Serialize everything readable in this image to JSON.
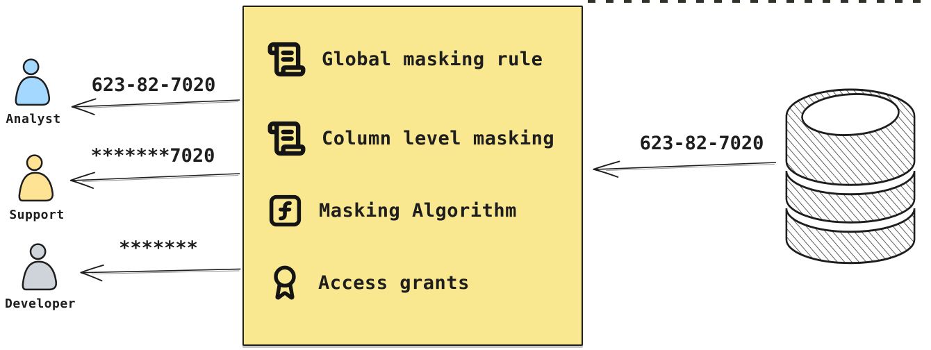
{
  "personas": [
    {
      "name": "Analyst",
      "received_value": "623-82-7020",
      "icon": "person-icon",
      "fill_color": "#a5d8ff"
    },
    {
      "name": "Support",
      "received_value": "*******7020",
      "icon": "person-icon",
      "fill_color": "#ffe394"
    },
    {
      "name": "Developer",
      "received_value": "*******",
      "icon": "person-icon",
      "fill_color": "#ced4da"
    }
  ],
  "masking_box": {
    "background_color": "#fae890",
    "border_color": "#1e1e1e",
    "items": [
      {
        "label": "Global masking rule",
        "icon": "scroll-text-icon"
      },
      {
        "label": "Column level masking",
        "icon": "scroll-text-icon"
      },
      {
        "label": "Masking Algorithm",
        "icon": "function-square-icon"
      },
      {
        "label": "Access grants",
        "icon": "award-icon"
      }
    ]
  },
  "database": {
    "icon": "database-icon",
    "outbound_value": "623-82-7020"
  },
  "colors": {
    "stroke": "#1e1e1e",
    "text": "#1e1e1e",
    "canvas_background": "#ffffff"
  }
}
